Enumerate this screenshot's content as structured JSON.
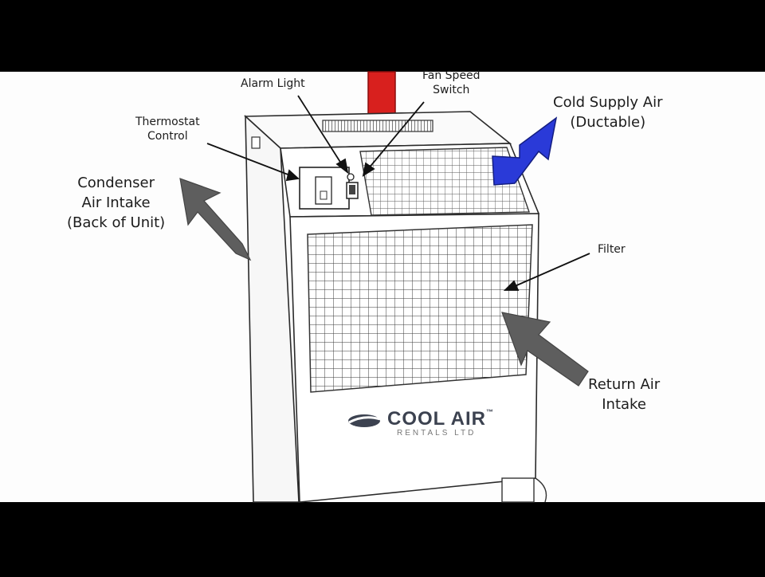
{
  "labels": {
    "alarm_light": "Alarm Light",
    "fan_speed_l1": "Fan Speed",
    "fan_speed_l2": "Switch",
    "thermostat_l1": "Thermostat",
    "thermostat_l2": "Control",
    "condenser_l1": "Condenser",
    "condenser_l2": "Air Intake",
    "condenser_l3": "(Back of Unit)",
    "cold_supply_l1": "Cold Supply Air",
    "cold_supply_l2": "(Ductable)",
    "filter": "Filter",
    "return_l1": "Return Air",
    "return_l2": "Intake"
  },
  "brand": {
    "name": "COOL AIR",
    "trademark": "™",
    "sub": "RENTALS LTD"
  },
  "colors": {
    "hot_exhaust": "#d8201e",
    "cold_supply": "#2a3ad8",
    "intake_arrow": "#5e5e5e",
    "outline": "#2a2a2a"
  }
}
